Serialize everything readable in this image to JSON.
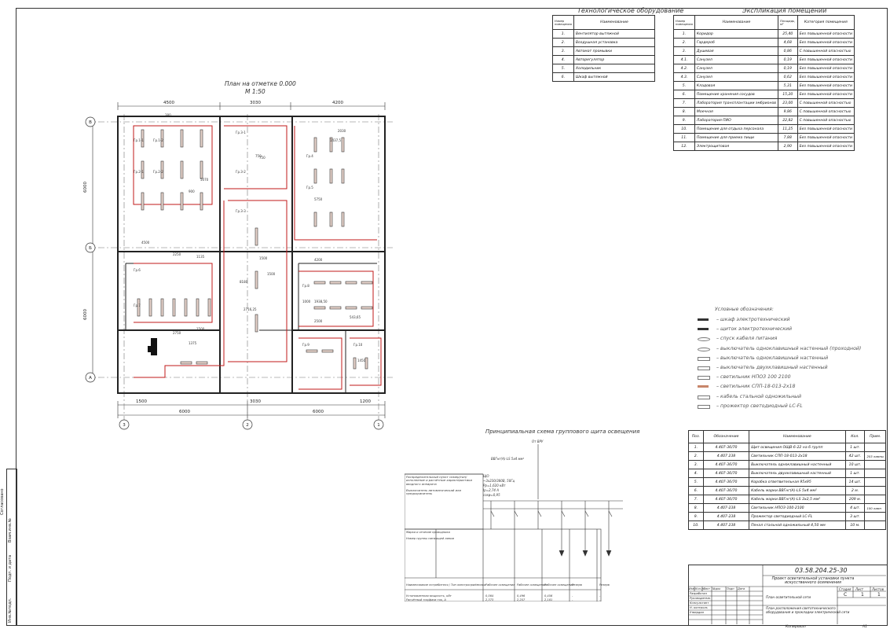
{
  "equipment": {
    "title": "Технологическое оборудование",
    "headers": [
      "Номер помещения",
      "Наименование"
    ],
    "rows": [
      [
        "1.",
        "Вентилятор вытяжной"
      ],
      [
        "2.",
        "Воздушная установка"
      ],
      [
        "3.",
        "Автомат промывки"
      ],
      [
        "4.",
        "Авторегулятор"
      ],
      [
        "5.",
        "Холодильник"
      ],
      [
        "6.",
        "Шкаф вытяжной"
      ]
    ]
  },
  "rooms": {
    "title": "Экспликация помещений",
    "headers": [
      "Номер помещения",
      "Наименование",
      "Площадь, м²",
      "Категория помещения"
    ],
    "rows": [
      [
        "1.",
        "Коридор",
        "25,40",
        "Без повышенной опасности"
      ],
      [
        "2.",
        "Гардероб",
        "4,68",
        "Без повышенной опасности"
      ],
      [
        "3.",
        "Душевая",
        "0,86",
        "С повышенной опасностью"
      ],
      [
        "4.1.",
        "Санузел",
        "0,19",
        "Без повышенной опасности"
      ],
      [
        "4.2.",
        "Санузел",
        "0,19",
        "Без повышенной опасности"
      ],
      [
        "4.3.",
        "Санузел",
        "0,62",
        "Без повышенной опасности"
      ],
      [
        "5.",
        "Кладовая",
        "5,31",
        "Без повышенной опасности"
      ],
      [
        "6.",
        "Помещение хранения сосудов",
        "15,20",
        "Без повышенной опасности"
      ],
      [
        "7.",
        "Лаборатория трансплантации эмбрионов",
        "23,00",
        "С повышенной опасностью"
      ],
      [
        "8.",
        "Моечная",
        "9,86",
        "С повышенной опасностью"
      ],
      [
        "9.",
        "Лаборатория ПИО",
        "22,82",
        "С повышенной опасностью"
      ],
      [
        "10.",
        "Помещение для отдыха персонала",
        "11,25",
        "Без повышенной опасности"
      ],
      [
        "11.",
        "Помещение для приема пищи",
        "7,88",
        "Без повышенной опасности"
      ],
      [
        "12.",
        "Электрощитовая",
        "2,90",
        "Без повышенной опасности"
      ]
    ]
  },
  "plan": {
    "title": "План на отметке 0.000",
    "scale": "М 1:50",
    "dims_top": [
      "4500",
      "3030",
      "4200"
    ],
    "dims_bottom_1": [
      "1500",
      "3030",
      "1200"
    ],
    "dims_bottom_2": [
      "6000",
      "6000"
    ],
    "dims_left": [
      "6000",
      "6000"
    ],
    "axes_letters": [
      "В",
      "Б",
      "А"
    ],
    "axes_numbers": [
      "3",
      "2",
      "1"
    ],
    "notes": [
      "380",
      "1500",
      "750",
      "2250",
      "1135",
      "2750",
      "1375",
      "4200",
      "2500",
      "1938,50",
      "543,65",
      "8180",
      "2716,25",
      "1500",
      "5070",
      "5750",
      "1437,5",
      "2030",
      "4500",
      "1000",
      "1500",
      "900",
      "750",
      "1450"
    ],
    "labels": [
      "Гр.1-1",
      "Гр.1-2",
      "Гр.2-1",
      "Гр.2-2",
      "Гр.3-1",
      "Гр.3-2",
      "Гр.3-3",
      "Гр.4",
      "Гр.5",
      "Гр.6",
      "Гр.7",
      "Гр.8",
      "Гр.9",
      "Гр.10"
    ]
  },
  "legend": {
    "title": "Условные обозначения:",
    "items": [
      "шкаф электротехнический",
      "щиток электротехнический",
      "спуск кабеля питания",
      "выключатель одноклавишный настенный (проходной)",
      "выключатель одноклавишный настенный",
      "выключатель двухклавишный настенный",
      "светильник НПОЗ 100 2100",
      "светильник СПП-18-013-2х18",
      "кабель стальной одножильный",
      "прожектор светодиодный LC-FL"
    ]
  },
  "scheme": {
    "title": "Принципиальная схема группового щита освещения",
    "feed": "От ВРУ",
    "cable": "ВВГнг(А)-LS 5х4 мм²",
    "panel_params": [
      "ЩО",
      "~3х230/380В, 50Гц",
      "Рр=1,620 кВт",
      "Iр=2,74 А",
      "cosφ=0,95"
    ],
    "left_notes": [
      "Распределительный пункт номер/тип/исполнение и расчётные характеристики вводного аппарата",
      "Выключатель автоматический или предохранитель",
      "Марка и сечение проводника",
      "Номер группы питающей линии"
    ],
    "bottom_headers": [
      "Наименование потребителя / Тип электроприёмника",
      "Рабочее освещение",
      "Рабочее освещение",
      "Рабочее освещение",
      "Резерв",
      "Резерв",
      "Резерв"
    ],
    "row1_label": "Установленная мощность, кВт",
    "row1": [
      "0,564",
      "0,496",
      "0,456",
      "-",
      "-",
      "-"
    ],
    "row2_label": "Расчётный ток/фаза ток, А",
    "row2": [
      "2,373",
      "2,257",
      "2,181",
      "-",
      "-",
      "-"
    ]
  },
  "spec": {
    "headers": [
      "Поз.",
      "Обозначение",
      "Наименование",
      "Кол.",
      "Прим."
    ],
    "rows": [
      [
        "1.",
        "4.407-36/70",
        "Щит освещения ОЩВ-6-22 на 6 групп",
        "1 шт.",
        ""
      ],
      [
        "2.",
        "4.407 238",
        "Светильник СПП-18-013-2х18",
        "42 шт.",
        "203 лампы"
      ],
      [
        "3.",
        "4.407-36/70",
        "Выключатель одноклавишный настенный",
        "10 шт.",
        ""
      ],
      [
        "4.",
        "4.407-36/70",
        "Выключатель двухклавишный настенный",
        "1 шт.",
        ""
      ],
      [
        "5.",
        "4.407-36/70",
        "Коробка ответвительная 95х95",
        "14 шт.",
        ""
      ],
      [
        "6.",
        "4.407-36/70",
        "Кабель марки ВВГнг(А)-LS 5х4 мм²",
        "2 м.",
        ""
      ],
      [
        "7.",
        "4.407-36/70",
        "Кабель марки ВВГнг(А)-LS 3х2,5 мм²",
        "209 м.",
        ""
      ],
      [
        "8.",
        "4.407-238",
        "Светильник НПОЗ-100-2100",
        "4 шт.",
        "100 ламп"
      ],
      [
        "9.",
        "4.407-238",
        "Прожектор светодиодный LC-FL",
        "3 шт.",
        ""
      ],
      [
        "10.",
        "4.407 238",
        "Пенал стальной одножильный 4,50 мм",
        "10 м.",
        ""
      ]
    ]
  },
  "stamp": {
    "code": "03.58.204.25-30",
    "project": "Проект осветительной установки пункта искусственного осеменения",
    "sheet_title": "План осветительной сети",
    "drawing_title": "План расположения светотехнического оборудования и прокладки электрической сети",
    "stage_label": "Стадия",
    "sheet_label": "Лист",
    "sheets_label": "Листов",
    "stage": "С",
    "sheet": "1",
    "sheets": "1",
    "cols": [
      "Изм.",
      "Кол.уч",
      "Лист",
      "№док",
      "Подп",
      "Дата"
    ],
    "roles": [
      "Разработал",
      "Руководитель",
      "Консультант",
      "Н. контроль",
      "Утвердил"
    ],
    "copied": "Копировал",
    "format": "А1",
    "side_labels": [
      "Инв.№подл.",
      "Подп. и дата",
      "Взам.инв.№"
    ],
    "agreed": "Согласовано"
  }
}
